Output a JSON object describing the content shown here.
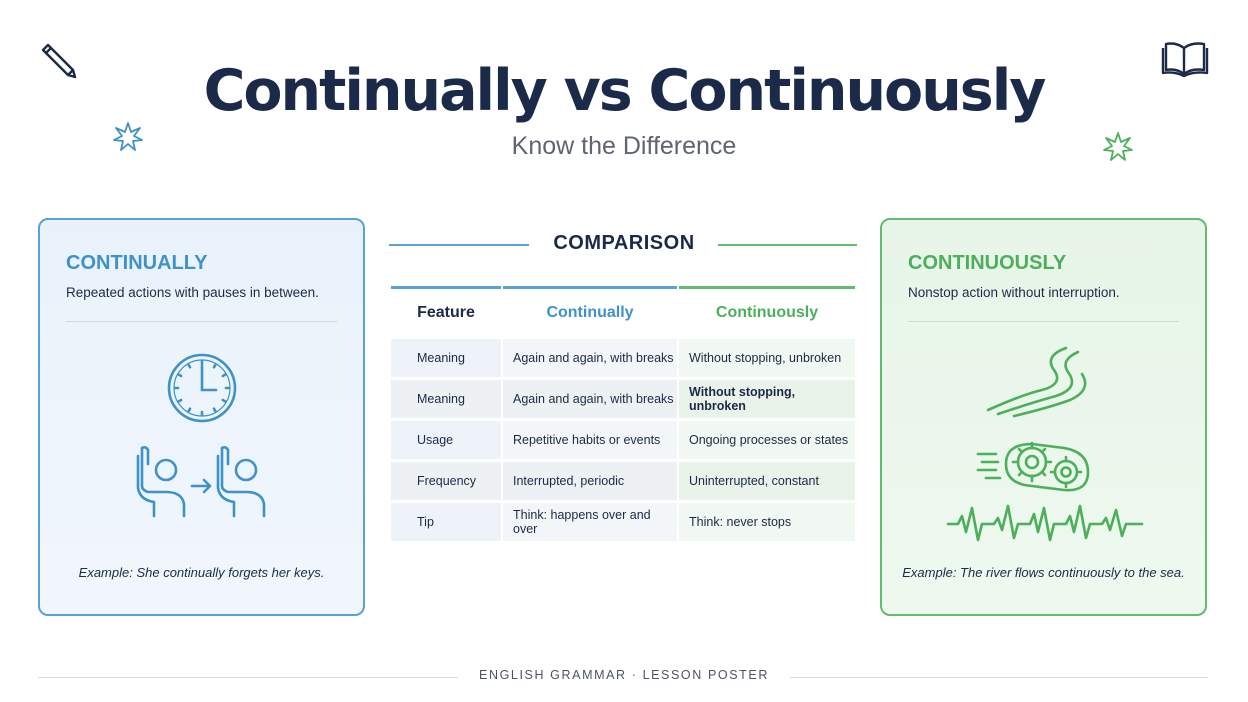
{
  "header": {
    "title": "Continually vs Continuously",
    "subtitle": "Know the Difference"
  },
  "left_card": {
    "title": "CONTINUALLY",
    "description": "Repeated actions with pauses in between.",
    "example": "Example: She continually forgets her keys.",
    "icons": [
      "clock-icon",
      "raised-hand-person-icon",
      "arrow-right-icon"
    ]
  },
  "right_card": {
    "title": "CONTINUOUSLY",
    "description": "Nonstop action without interruption.",
    "example": "Example: The river flows continuously to the sea.",
    "icons": [
      "river-icon",
      "moving-gears-icon",
      "heartbeat-line-icon"
    ]
  },
  "comparison": {
    "title": "COMPARISON",
    "headers": [
      "Feature",
      "Continually",
      "Continuously"
    ],
    "rows": [
      [
        "Meaning",
        "Again and again, with breaks",
        "Without stopping, unbroken"
      ],
      [
        "Meaning",
        "Again and again, with breaks",
        "Without stopping, unbroken"
      ],
      [
        "Usage",
        "Repetitive habits or events",
        "Ongoing processes or states"
      ],
      [
        "Frequency",
        "Interrupted, periodic",
        "Uninterrupted, constant"
      ],
      [
        "Tip",
        "Think: happens over and over",
        "Think: never stops"
      ]
    ]
  },
  "footer": {
    "text": "ENGLISH GRAMMAR · LESSON POSTER"
  },
  "colors": {
    "navy": "#1b2a49",
    "blue_accent": "#3e92c8",
    "green_accent": "#4caf5a",
    "blue_border": "#5aa2d0",
    "green_border": "#63bb70"
  },
  "decorations": [
    "pencil-icon",
    "open-book-icon",
    "blue-star-icon",
    "green-star-icon"
  ]
}
